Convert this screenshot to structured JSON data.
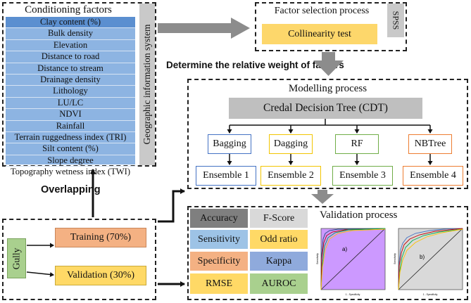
{
  "conditioning": {
    "title": "Conditioning factors",
    "gis_label": "Geographic information system",
    "factors": [
      "Clay content (%)",
      "Bulk density",
      "Elevation",
      "Distance to road",
      "Distance to stream",
      "Drainage density",
      "Lithology",
      "LU/LC",
      "NDVI",
      "Rainfall",
      "Terrain ruggedness index (TRI)",
      "Silt content (%)",
      "Slope degree",
      "Topography wetness index (TWI)"
    ]
  },
  "factor_selection": {
    "title": "Factor selection process",
    "test": "Collinearity test",
    "tool": "SPSS"
  },
  "weight_label": "Determine the relative weight of factors",
  "modelling": {
    "title": "Modelling process",
    "base_model": "Credal Decision Tree (CDT)",
    "methods": [
      "Bagging",
      "Dagging",
      "RF",
      "NBTree"
    ],
    "ensembles": [
      "Ensemble 1",
      "Ensemble 2",
      "Ensemble 3",
      "Ensemble 4"
    ]
  },
  "overlapping_label": "Overlapping",
  "gully": {
    "label": "Gully",
    "training": "Training (70%)",
    "validation": "Validation (30%)"
  },
  "validation": {
    "title": "Validation process",
    "metrics": [
      "Accuracy",
      "F-Score",
      "Sensitivity",
      "Odd ratio",
      "Specificity",
      "Kappa",
      "RMSE",
      "AUROC"
    ],
    "roc_panels": [
      {
        "label": "a)",
        "xlabel": "1 - Specificity",
        "ylabel": "Sensitivity"
      },
      {
        "label": "b)",
        "xlabel": "1 - Specificity",
        "ylabel": "Sensitivity"
      }
    ]
  },
  "colors": {
    "factor_bg": "#8db4e2",
    "factor_header": "#5b8fd0",
    "gis_bg": "#c9c9c9",
    "credal_bg": "#bfbfbf",
    "collinearity_bg": "#fdd76b",
    "gully_bg": "#a9d08e",
    "training_bg": "#f4b183",
    "validation_bg": "#ffd966",
    "arrow": "#808080",
    "roc_a_bg": "#cc99ff",
    "roc_b_bg": "#d9d9d9"
  }
}
